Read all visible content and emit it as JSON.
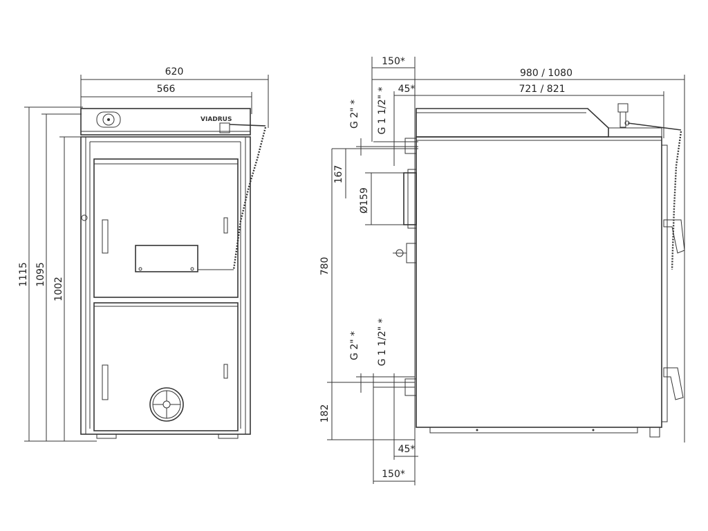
{
  "front_view": {
    "width_overall": "620",
    "width_body": "566",
    "height_total": "1115",
    "height_mid": "1095",
    "height_body": "1002",
    "brand": "VIADRUS"
  },
  "side_view": {
    "offset_top": "150*",
    "offset_top_small": "45*",
    "depth_overall": "980 / 1080",
    "depth_body": "721 / 821",
    "conn_top_a": "G 2\" *",
    "conn_top_b": "G 1 1/2\" *",
    "flue_height": "167",
    "flue_diameter": "Ø159",
    "height_780": "780",
    "conn_bottom_a": "G 2\" *",
    "conn_bottom_b": "G 1 1/2\" *",
    "height_182": "182",
    "offset_bottom_small": "45*",
    "offset_bottom": "150*"
  }
}
